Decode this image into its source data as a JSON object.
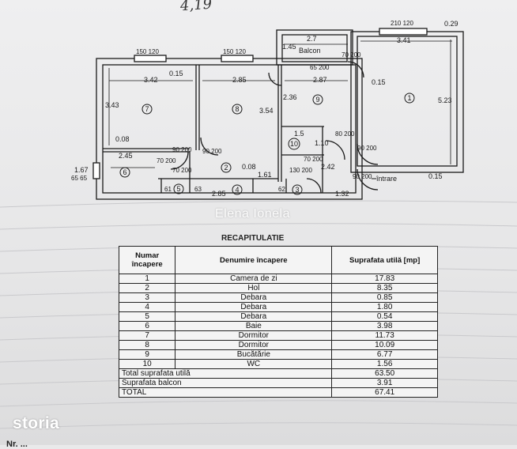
{
  "handwriting": "4,19",
  "watermark": "Elena Ionela",
  "brand": "storia",
  "footer_fragment": "Nr. ...",
  "plan": {
    "balcony_label": "Balcon",
    "entrance_label": "întrare",
    "room_numbers": [
      "1",
      "2",
      "3",
      "4",
      "5",
      "6",
      "7",
      "8",
      "9",
      "10"
    ],
    "dims": {
      "d_2_7": "2.7",
      "d_1_45": "1.45",
      "d_3_41": "3.41",
      "d_0_29": "0.29",
      "d_3_42": "3.42",
      "d_0_15a": "0.15",
      "d_2_85": "2.85",
      "d_2_87": "2.87",
      "d_0_15b": "0.15",
      "d_3_43": "3.43",
      "d_3_54": "3.54",
      "d_2_36": "2.36",
      "d_5_23": "5.23",
      "d_0_08a": "0.08",
      "d_1_5": "1.5",
      "d_1_10": "1.10",
      "d_2_45": "2.45",
      "d_1_67": "1.67",
      "d_0_08b": "0.08",
      "d_1_61": "1.61",
      "d_2_42": "2.42",
      "d_0_15c": "0.15",
      "d_2_85b": "2.85",
      "d_1_32": "1.32",
      "d_150_120a": "150 120",
      "d_150_120b": "150 120",
      "d_210_120": "210 120",
      "d_70_200a": "70 200",
      "d_65_200": "65 200",
      "d_90_200a": "90 200",
      "d_80_200": "80 200",
      "d_90_200b": "90 200",
      "d_90_200c": "90 200",
      "d_90_200d": "90 200",
      "d_70_200b": "70 200",
      "d_70_200c": "70 200",
      "d_130_200": "130 200",
      "d_70_200d": "70 200",
      "d_65_65": "65 65",
      "d_61": "61",
      "d_63": "63",
      "d_62": "62"
    }
  },
  "recap": {
    "title": "RECAPITULATIE",
    "headers": [
      "Numar încapere",
      "Denumire încapere",
      "Suprafata utilă [mp]"
    ],
    "rows": [
      {
        "num": "1",
        "name": "Camera de zi",
        "area": "17.83"
      },
      {
        "num": "2",
        "name": "Hol",
        "area": "8.35"
      },
      {
        "num": "3",
        "name": "Debara",
        "area": "0.85"
      },
      {
        "num": "4",
        "name": "Debara",
        "area": "1.80"
      },
      {
        "num": "5",
        "name": "Debara",
        "area": "0.54"
      },
      {
        "num": "6",
        "name": "Baie",
        "area": "3.98"
      },
      {
        "num": "7",
        "name": "Dormitor",
        "area": "11.73"
      },
      {
        "num": "8",
        "name": "Dormitor",
        "area": "10.09"
      },
      {
        "num": "9",
        "name": "Bucătărie",
        "area": "6.77"
      },
      {
        "num": "10",
        "name": "WC",
        "area": "1.56"
      }
    ],
    "totals": [
      {
        "label": "Total suprafata utilă",
        "value": "63.50"
      },
      {
        "label": "Suprafata balcon",
        "value": "3.91"
      },
      {
        "label": "TOTAL",
        "value": "67.41"
      }
    ]
  }
}
